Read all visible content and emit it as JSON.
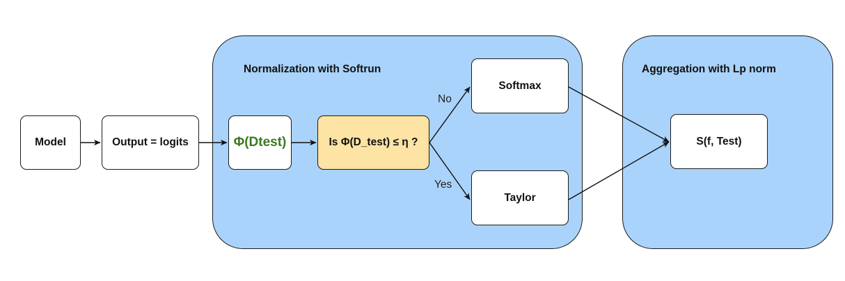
{
  "groups": {
    "normalization": {
      "title": "Normalization with Softrun"
    },
    "aggregation": {
      "title": "Aggregation with Lp norm"
    }
  },
  "nodes": {
    "model": "Model",
    "output": "Output = logits",
    "phi": "Φ(Dtest)",
    "decision": "Is Φ(D_test) ≤ η ?",
    "softmax": "Softmax",
    "taylor": "Taylor",
    "score": "S(f, Test)"
  },
  "edge_labels": {
    "no": "No",
    "yes": "Yes"
  },
  "colors": {
    "group_fill": "#a9d3fb",
    "decision_fill": "#fde3a4",
    "phi_text": "#3b7a21",
    "stroke": "#1a1a1a"
  }
}
